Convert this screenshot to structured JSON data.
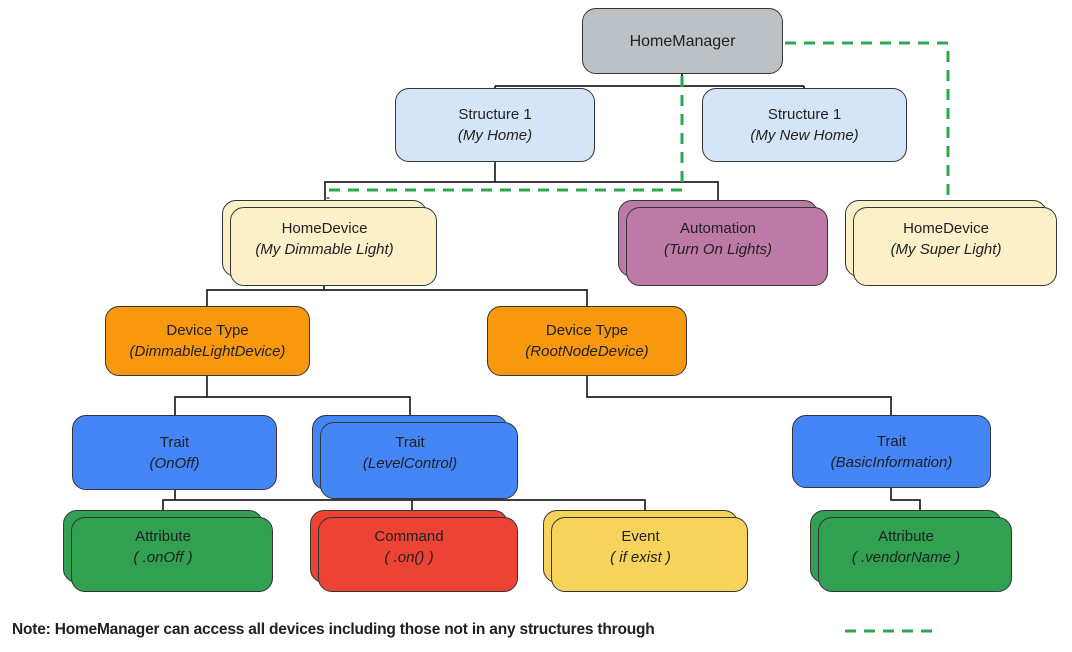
{
  "nodes": {
    "home_manager": {
      "title": "HomeManager",
      "subtitle": ""
    },
    "structure_my_home": {
      "title": "Structure 1",
      "subtitle": "(My Home)"
    },
    "structure_my_new_home": {
      "title": "Structure 1",
      "subtitle": "(My New Home)"
    },
    "home_device_dimmable": {
      "title": "HomeDevice",
      "subtitle": "(My Dimmable Light)"
    },
    "automation": {
      "title": "Automation",
      "subtitle": "(Turn On Lights)"
    },
    "home_device_super": {
      "title": "HomeDevice",
      "subtitle": "(My Super Light)"
    },
    "device_type_dimmable": {
      "title": "Device Type",
      "subtitle": "(DimmableLightDevice)"
    },
    "device_type_rootnode": {
      "title": "Device Type",
      "subtitle": "(RootNodeDevice)"
    },
    "trait_onoff": {
      "title": "Trait",
      "subtitle": "(OnOff)"
    },
    "trait_levelcontrol": {
      "title": "Trait",
      "subtitle": "(LevelControl)"
    },
    "trait_basicinformation": {
      "title": "Trait",
      "subtitle": "(BasicInformation)"
    },
    "attribute_onoff": {
      "title": "Attribute",
      "subtitle": "( .onOff )"
    },
    "command_on": {
      "title": "Command",
      "subtitle": "( .on() )"
    },
    "event_if_exist": {
      "title": "Event",
      "subtitle": "( if exist )"
    },
    "attribute_vendorname": {
      "title": "Attribute",
      "subtitle": "( .vendorName )"
    }
  },
  "note": {
    "text": "Note: HomeManager can access all devices including those not in any structures through",
    "legend": "green-dashed-line"
  },
  "colors": {
    "gray": "#BCC1C5",
    "light_blue": "#D5E4F6",
    "cream": "#FBF0C7",
    "mauve": "#BD7AA6",
    "orange": "#F8980F",
    "blue": "#4486F5",
    "green": "#31A050",
    "red": "#EC4335",
    "yellow": "#F8D35C",
    "connector_black": "#212121",
    "dashed_green": "#2BA84D"
  }
}
